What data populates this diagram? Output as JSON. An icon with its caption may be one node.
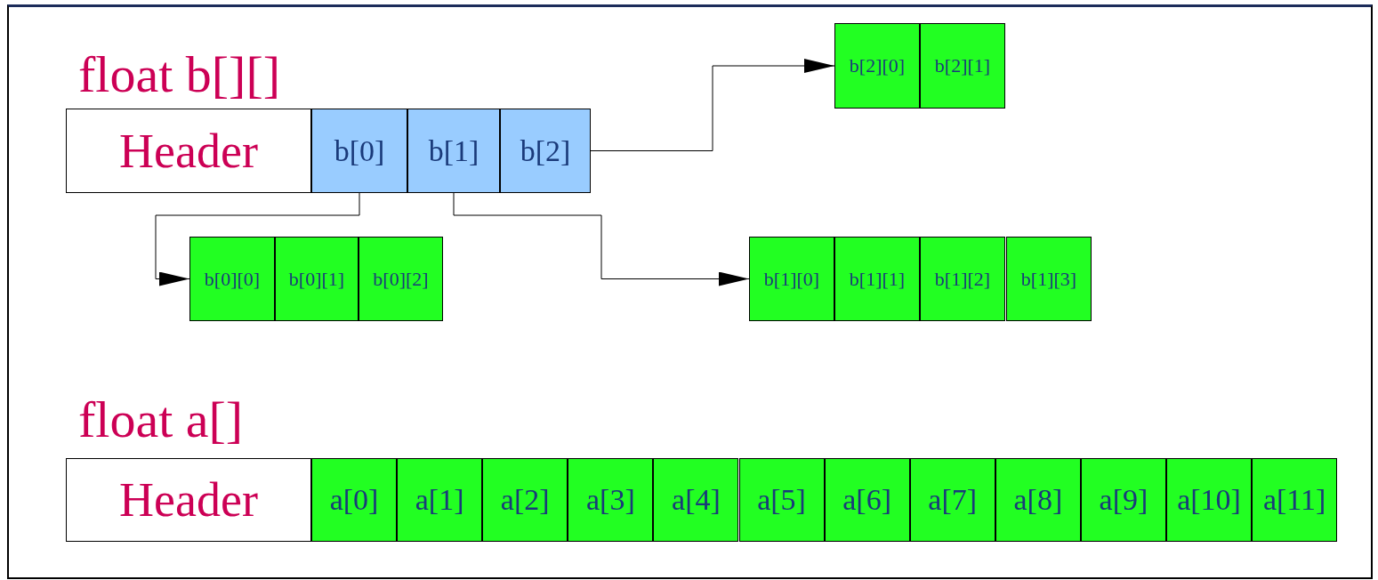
{
  "diagram": {
    "nodes": [
      {
        "text": [
          "Header"
        ]
      },
      {
        "text": [
          "b[0]"
        ]
      },
      {
        "text": [
          "b[1]"
        ]
      },
      {
        "text": [
          "b[2]"
        ]
      },
      {
        "text": [
          "b[2][0]"
        ]
      },
      {
        "text": [
          "b[2][1]"
        ]
      },
      {
        "text": [
          "b[0][0]"
        ]
      },
      {
        "text": [
          "b[0][1]"
        ]
      },
      {
        "text": [
          "b[0][2]"
        ]
      },
      {
        "text": [
          "b[1][0]"
        ]
      },
      {
        "text": [
          "b[1][1]"
        ]
      },
      {
        "text": [
          "b[1][2]"
        ]
      },
      {
        "text": [
          "b[1][3]"
        ]
      },
      {
        "text": [
          "Header"
        ]
      },
      {
        "text": [
          "a[0]"
        ]
      },
      {
        "text": [
          "a[1]"
        ]
      },
      {
        "text": [
          "a[2]"
        ]
      },
      {
        "text": [
          "a[3]"
        ]
      },
      {
        "text": [
          "a[4]"
        ]
      },
      {
        "text": [
          "a[5]"
        ]
      },
      {
        "text": [
          "a[6]"
        ]
      },
      {
        "text": [
          "a[7]"
        ]
      },
      {
        "text": [
          "a[8]"
        ]
      },
      {
        "text": [
          "a[9]"
        ]
      },
      {
        "text": [
          "a[10]"
        ]
      },
      {
        "text": [
          "a[11]"
        ]
      }
    ],
    "edges": [
      {
        "from": 3,
        "to": 4,
        "arrow": "to"
      },
      {
        "from": 1,
        "to": 6,
        "arrow": "to"
      },
      {
        "from": 2,
        "to": 9,
        "arrow": "to"
      }
    ],
    "labels": [
      "float b[][]",
      "float a[]"
    ]
  }
}
